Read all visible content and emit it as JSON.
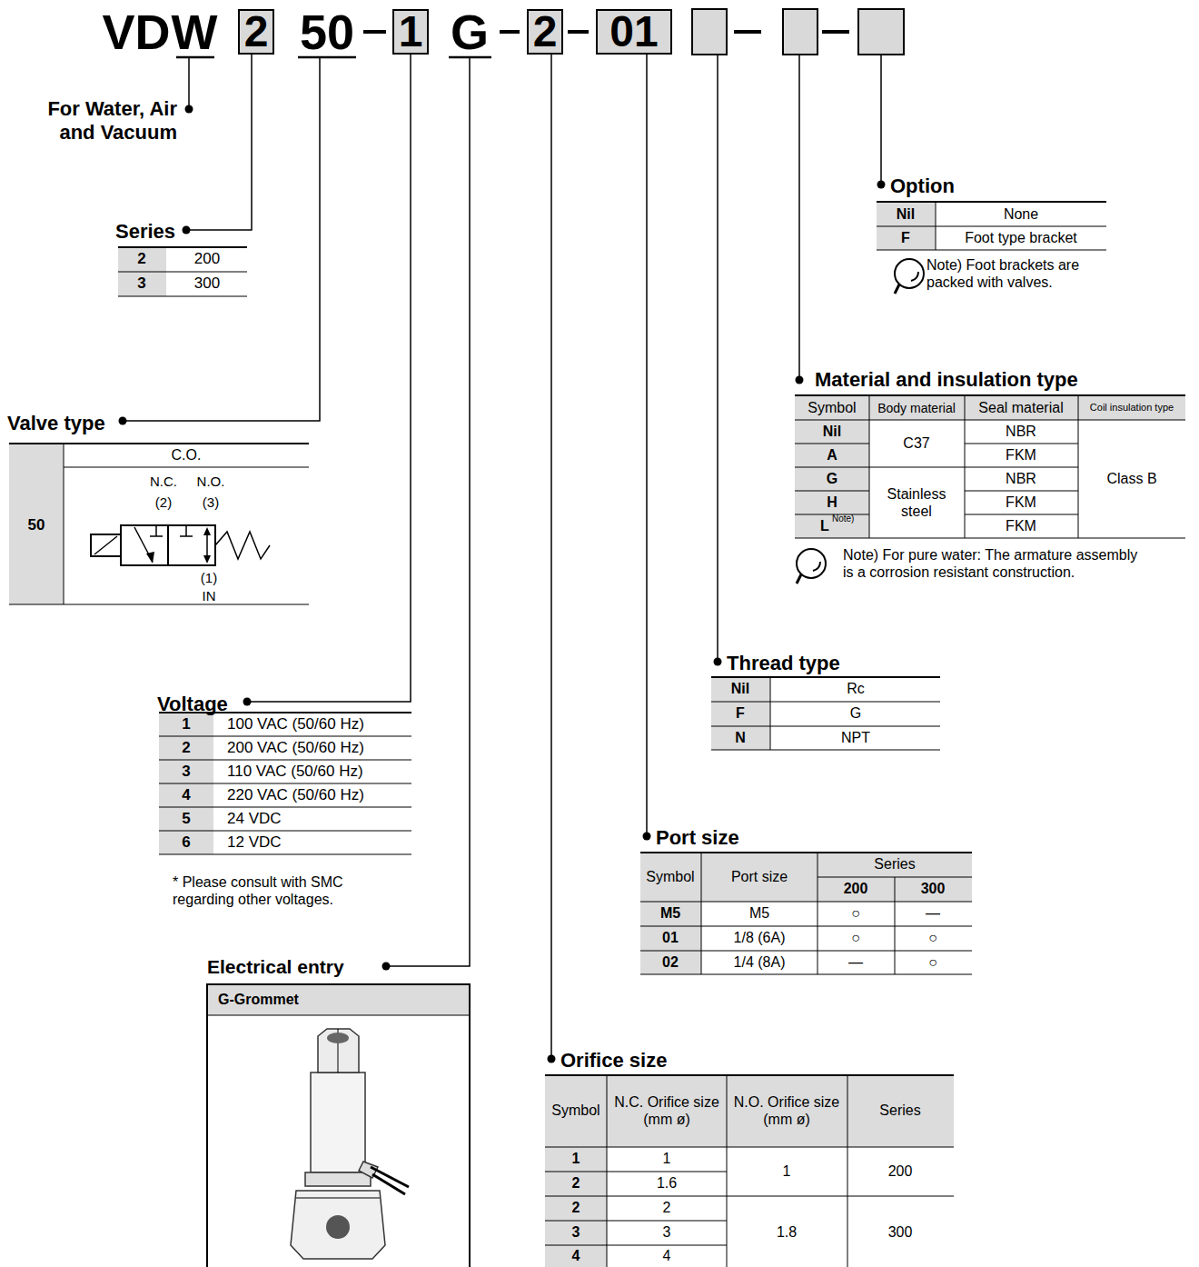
{
  "diagram": {
    "nodes": [
      {
        "text": [
          "2"
        ]
      },
      {
        "text": [
          "1"
        ]
      },
      {
        "text": [
          "2"
        ]
      },
      {
        "text": [
          "01"
        ]
      }
    ],
    "labels": [
      "VD",
      "W",
      "50",
      "G",
      "For Water, Air and Vacuum",
      "Series",
      "2",
      "200",
      "3",
      "300",
      "Valve type",
      "50",
      "C.O.",
      "N.C.",
      "N.O.",
      "(2)",
      "(3)",
      "(1)",
      "IN",
      "Voltage",
      "1",
      "100 VAC (50/60 Hz)",
      "2",
      "200 VAC (50/60 Hz)",
      "3",
      "110 VAC (50/60 Hz)",
      "4",
      "220 VAC (50/60 Hz)",
      "5",
      "24 VDC",
      "6",
      "12 VDC",
      "* Please consult with SMC regarding other voltages.",
      "Electrical entry",
      "G-Grommet",
      "Orifice size",
      "Symbol",
      "N.C. Orifice size (mm ø)",
      "N.O. Orifice size (mm ø)",
      "Series",
      "1",
      "1",
      "1",
      "200",
      "2",
      "1.6",
      "2",
      "2",
      "1.8",
      "300",
      "3",
      "3",
      "4",
      "4",
      "Port size",
      "Symbol",
      "Port size",
      "Series",
      "200",
      "300",
      "M5",
      "M5",
      "○",
      "—",
      "01",
      "1/8 (6A)",
      "○",
      "○",
      "02",
      "1/4 (8A)",
      "—",
      "○",
      "Thread type",
      "Nil",
      "Rc",
      "F",
      "G",
      "N",
      "NPT",
      "Material and insulation type",
      "Symbol",
      "Body material",
      "Seal material",
      "Coil insulation type",
      "Nil",
      "C37",
      "NBR",
      "Class B",
      "A",
      "FKM",
      "G",
      "Stainless steel",
      "NBR",
      "H",
      "FKM",
      "L",
      "Note)",
      "FKM",
      "Note) For pure water: The armature assembly is a corrosion resistant construction.",
      "Option",
      "Nil",
      "None",
      "F",
      "Foot type bracket",
      "Note) Foot brackets are packed with valves."
    ]
  }
}
